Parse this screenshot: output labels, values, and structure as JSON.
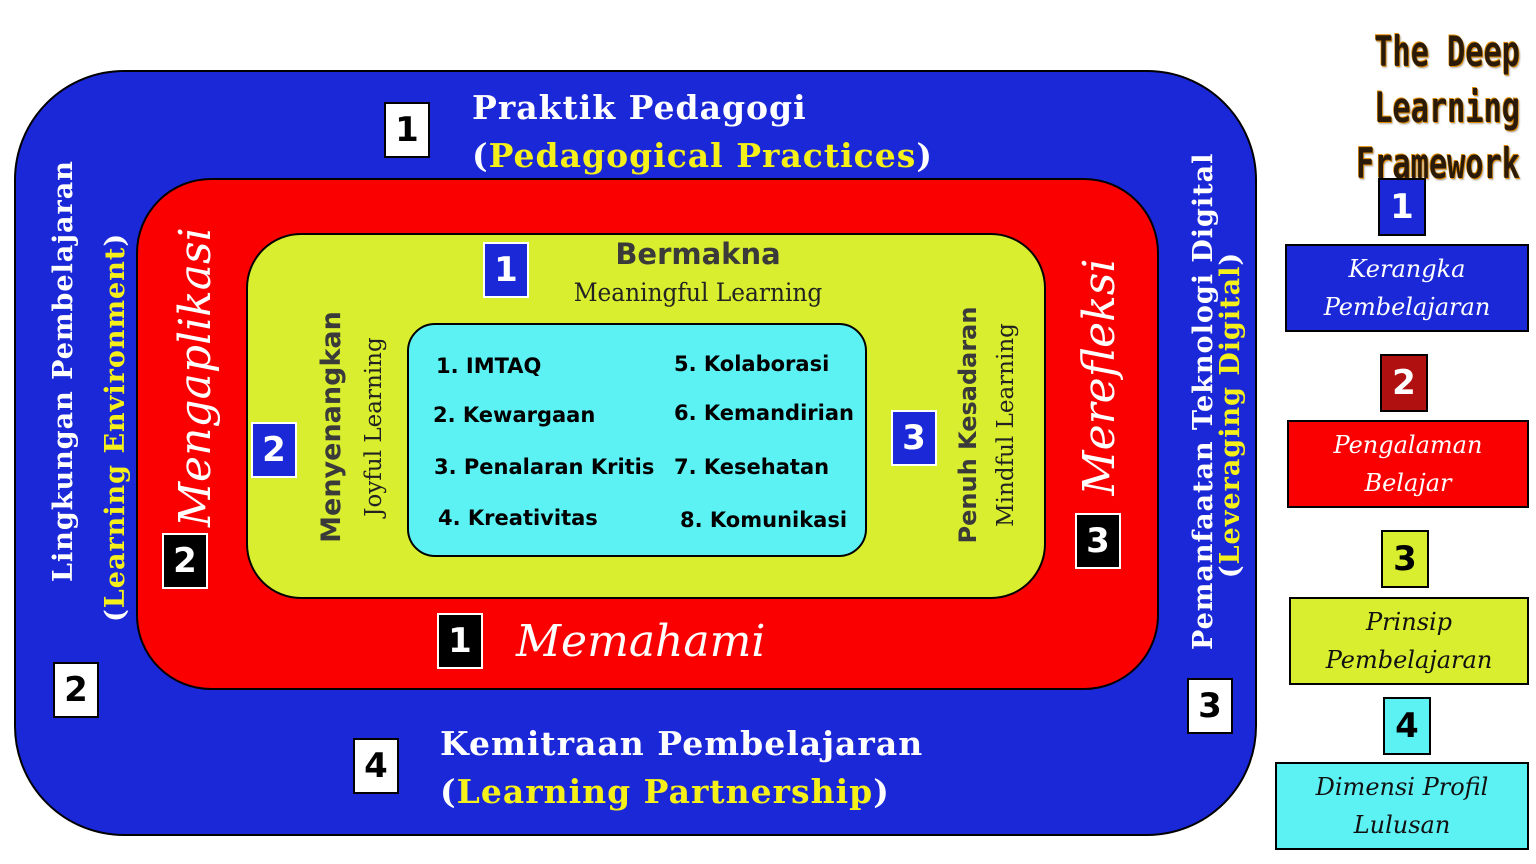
{
  "title": {
    "line1": "The Deep Learning",
    "line2": "Framework"
  },
  "outer": {
    "top": {
      "badge": "1",
      "title": "Praktik Pedagogi",
      "open": "(",
      "subtitle": "Pedagogical Practices",
      "close": ")"
    },
    "bottom": {
      "badge": "4",
      "title": "Kemitraan Pembelajaran",
      "open": "(",
      "subtitle": "Learning Partnership",
      "close": ")"
    },
    "left": {
      "badge": "2",
      "title": "Lingkungan Pembelajaran",
      "open": "(",
      "subtitle": "Learning Environment",
      "close": ")"
    },
    "right": {
      "badge": "3",
      "title": "Pemanfaatan Teknologi Digital",
      "open": "(",
      "subtitle": "Leveraging Digital",
      "close": ")"
    }
  },
  "middle": {
    "left": {
      "badge": "2",
      "label": "Mengaplikasi"
    },
    "right": {
      "badge": "3",
      "label": "Merefleksi"
    },
    "bottom": {
      "badge": "1",
      "label": "Memahami"
    }
  },
  "inner": {
    "top": {
      "badge": "1",
      "title": "Bermakna",
      "subtitle": "Meaningful Learning"
    },
    "left": {
      "badge": "2",
      "title": "Menyenangkan",
      "subtitle": "Joyful Learning"
    },
    "right": {
      "badge": "3",
      "title": "Penuh Kesadaran",
      "subtitle": "Mindful Learning"
    }
  },
  "core": {
    "items": [
      "1. IMTAQ",
      "2. Kewargaan",
      "3. Penalaran Kritis",
      "4. Kreativitas",
      "5. Kolaborasi",
      "6. Kemandirian",
      "7. Kesehatan",
      "8. Komunikasi"
    ]
  },
  "legend": [
    {
      "num": "1",
      "line1": "Kerangka",
      "line2": "Pembelajaran",
      "color": "#1a28d8"
    },
    {
      "num": "2",
      "line1": "Pengalaman",
      "line2": "Belajar",
      "color": "#fb0000"
    },
    {
      "num": "3",
      "line1": "Prinsip",
      "line2": "Pembelajaran",
      "color": "#d8ee2e"
    },
    {
      "num": "4",
      "line1": "Dimensi Profil",
      "line2": "Lulusan",
      "color": "#5cf2f4"
    }
  ]
}
